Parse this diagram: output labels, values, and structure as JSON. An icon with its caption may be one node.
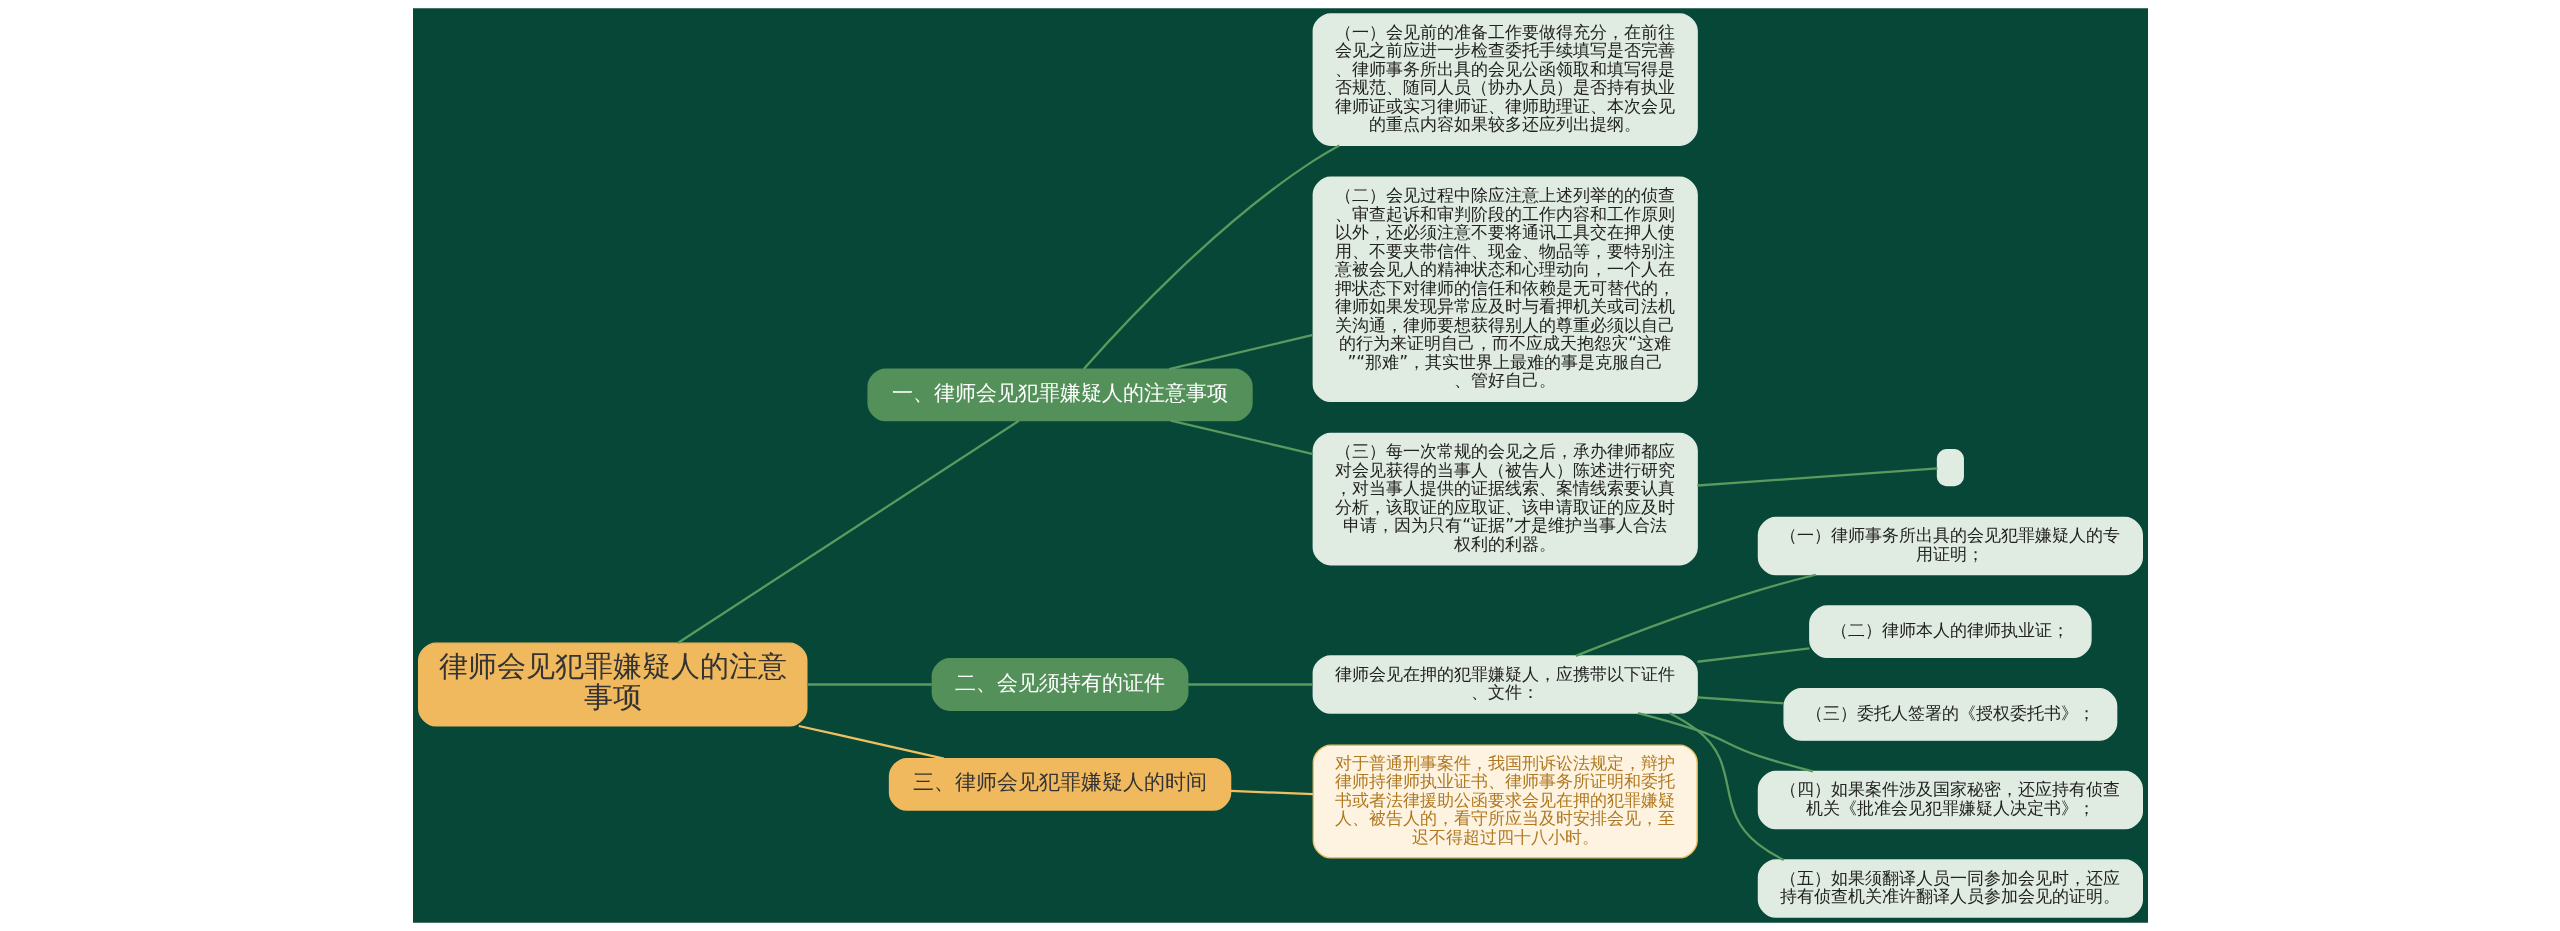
{
  "diagram": {
    "nodes": [
      {
        "text": [
          "律师会见犯罪嫌疑人的注意事项"
        ]
      },
      {
        "text": [
          "一、律师会见犯罪嫌疑人的注意事项"
        ]
      },
      {
        "text": [
          "（一）会见前的准备工作要做得充分，在前往会见之前应进一步检查委托手续填写是否完善、律师事务所出具的会见公函领取和填写得是否规范、随同人员（协办人员）是否持有执业律师证或实习律师证、律师助理证、本次会见的重点内容如果较多还应列出提纲。"
        ]
      },
      {
        "text": [
          "（二）会见过程中除应注意上述列举的的侦查、审查起诉和审判阶段的工作内容和工作原则以外，还必须注意不要将通讯工具交在押人使用、不要夹带信件、现金、物品等，要特别注意被会见人的精神状态和心理动向，一个人在押状态下对律师的信任和依赖是无可替代的，律师如果发现异常应及时与看押机关或司法机关沟通，律师要想获得别人的尊重必须以自己的行为来证明自己，而不应成天抱怨灾“这难”“那难”，其实世界上最难的事是克服自己、管好自己。"
        ]
      },
      {
        "text": [
          "（三）每一次常规的会见之后，承办律师都应对会见获得的当事人（被告人）陈述进行研究，对当事人提供的证据线索、案情线索要认真分析，该取证的应取证、该申请取证的应及时申请，因为只有“证据”才是维护当事人合法权利的利器。"
        ]
      },
      {
        "text": [],
        "shape": "box"
      },
      {
        "text": [
          "二、会见须持有的证件"
        ]
      },
      {
        "text": [
          "律师会见在押的犯罪嫌疑人，应携带以下证件、文件："
        ]
      },
      {
        "text": [
          "（一）律师事务所出具的会见犯罪嫌疑人的专用证明；"
        ]
      },
      {
        "text": [
          "（二）律师本人的律师执业证；"
        ]
      },
      {
        "text": [
          "（三）委托人签署的《授权委托书》；"
        ]
      },
      {
        "text": [
          "（四）如果案件涉及国家秘密，还应持有侦查机关《批准会见犯罪嫌疑人决定书》；"
        ]
      },
      {
        "text": [
          "（五）如果须翻译人员一同参加会见时，还应持有侦查机关准许翻译人员参加会见的证明。"
        ]
      },
      {
        "text": [
          "三、律师会见犯罪嫌疑人的时间"
        ]
      },
      {
        "text": [
          "对于普通刑事案件，我国刑诉讼法规定，辩护律师持律师执业证书、律师事务所证明和委托书或者法律援助公函要求会见在押的犯罪嫌疑人、被告人的，看守所应当及时安排会见，至迟不得超过四十八小时。"
        ]
      }
    ],
    "edges": [
      {
        "from": 0,
        "to": 1,
        "arrow": "none"
      },
      {
        "from": 1,
        "to": 2,
        "arrow": "none"
      },
      {
        "from": 1,
        "to": 3,
        "arrow": "none"
      },
      {
        "from": 1,
        "to": 4,
        "arrow": "none"
      },
      {
        "from": 4,
        "to": 5,
        "arrow": "none"
      },
      {
        "from": 0,
        "to": 6,
        "arrow": "none"
      },
      {
        "from": 6,
        "to": 7,
        "arrow": "none"
      },
      {
        "from": 7,
        "to": 8,
        "arrow": "none"
      },
      {
        "from": 7,
        "to": 9,
        "arrow": "none"
      },
      {
        "from": 7,
        "to": 10,
        "arrow": "none"
      },
      {
        "from": 7,
        "to": 11,
        "arrow": "none"
      },
      {
        "from": 7,
        "to": 12,
        "arrow": "none"
      },
      {
        "from": 0,
        "to": 13,
        "arrow": "none",
        "color": "#f0c060"
      },
      {
        "from": 13,
        "to": 14,
        "arrow": "none",
        "color": "#f0c060"
      }
    ]
  }
}
